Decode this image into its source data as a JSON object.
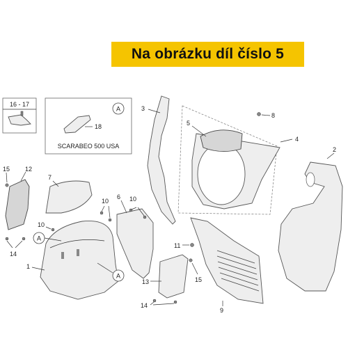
{
  "banner": {
    "text": "Na obrázku díl číslo 5"
  },
  "insets": {
    "left_label": "16 - 17",
    "right_ref": "A",
    "right_part": "18",
    "right_caption": "SCARABEO 500 USA"
  },
  "callouts": {
    "c1": "1",
    "c2": "2",
    "c3": "3",
    "c4": "4",
    "c5": "5",
    "c6": "6",
    "c7": "7",
    "c8": "8",
    "c9": "9",
    "c10a": "10",
    "c10b": "10",
    "c10c": "10",
    "c11": "11",
    "c12": "12",
    "c13": "13",
    "c14a": "14",
    "c14b": "14",
    "c15a": "15",
    "c15b": "15",
    "refA1": "A",
    "refA2": "A"
  },
  "colors": {
    "banner_bg": "#f5c400",
    "part_fill": "#eeeeee",
    "outline": "#555555"
  }
}
